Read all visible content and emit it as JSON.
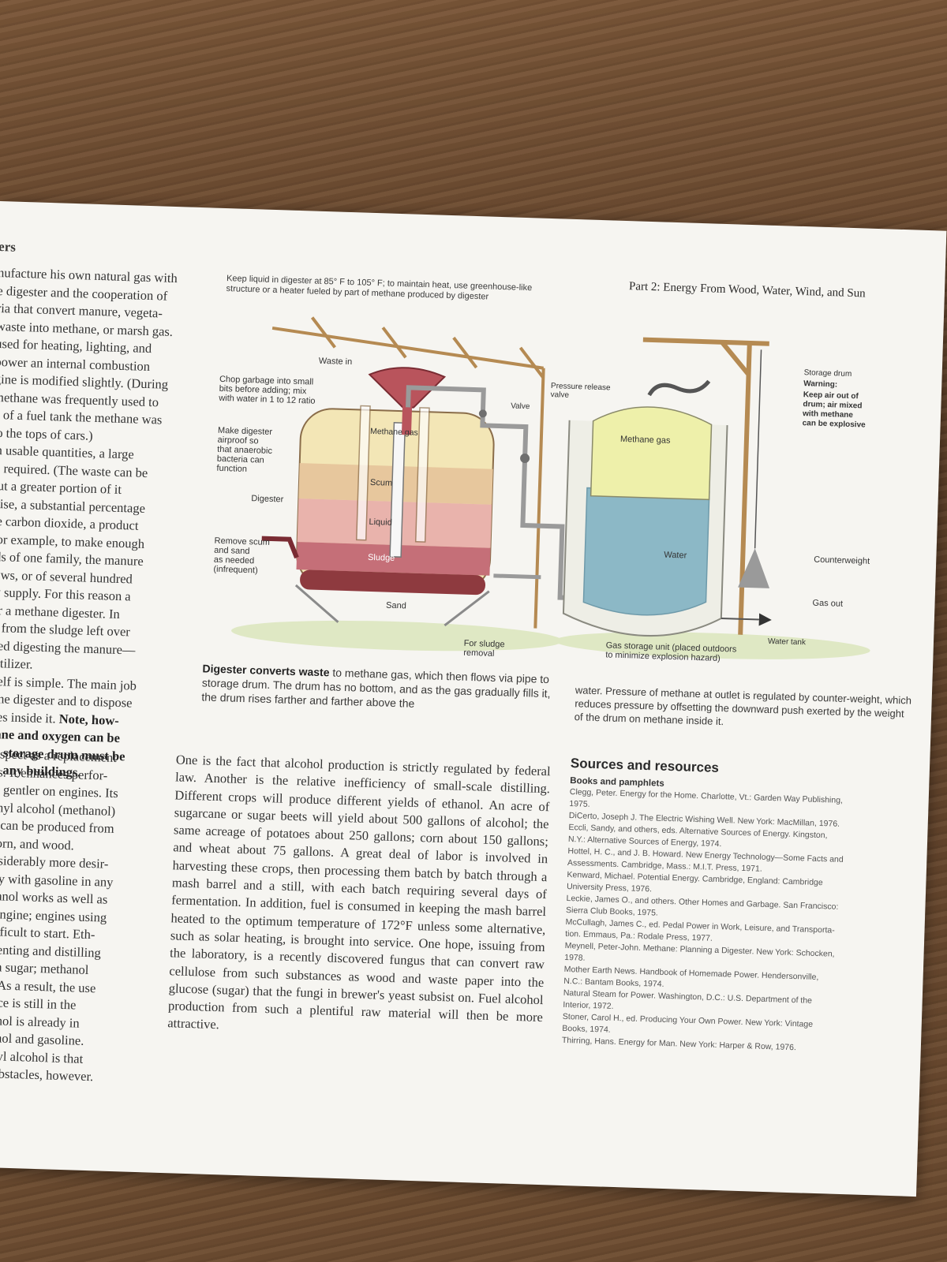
{
  "page": {
    "heading_fragment": "ers",
    "part_title": "Part 2: Energy From Wood, Water, Wind, and Sun"
  },
  "left_column": [
    "nufacture his own natural gas with",
    "e digester and the cooperation of",
    "ria that convert manure, vegeta-",
    "waste into methane, or marsh gas.",
    "used for heating, lighting, and",
    "power an internal combustion",
    "gine is modified slightly. (During",
    "methane was frequently used to",
    "d of a fuel tank the methane was",
    "to the tops of cars.)",
    "in usable quantities, a large",
    "is required. (The waste can be",
    "but a greater portion of it",
    "wise, a substantial percentage",
    "be carbon dioxide, a product",
    "For example, to make enough",
    "eds of one family, the manure",
    "cows, or of several hundred",
    "dy supply. For this reason a",
    "for a methane digester. In",
    "fit from the sludge left over",
    "shed digesting the manure—",
    "fertilizer.",
    "itself is simple. The main job",
    "d the digester and to dispose",
    "lates inside it."
  ],
  "left_column_bold": [
    "Note, how-",
    "thane and oxygen can be",
    "the storage drum must be",
    "om any buildings."
  ],
  "diagram": {
    "top_note": "Keep liquid in digester at 85° F to 105° F; to maintain heat, use greenhouse-like structure or a heater fueled by part of methane produced by digester",
    "waste_in": "Waste in",
    "chop_garbage": "Chop garbage into small bits before adding; mix with water in 1 to 12 ratio",
    "make_airproof": "Make digester airproof so that anaerobic bacteria can function",
    "digester": "Digester",
    "remove_scum": "Remove scum and sand as needed (infrequent)",
    "methane_gas_digester": "Methane gas",
    "scum": "Scum",
    "liquid": "Liquid",
    "sludge": "Sludge",
    "sand": "Sand",
    "for_sludge_removal": "For sludge removal",
    "pressure_release_valve": "Pressure release valve",
    "valve": "Valve",
    "methane_gas_drum": "Methane gas",
    "water": "Water",
    "storage_drum": "Storage drum",
    "warning": "Warning:",
    "warning_text": "Keep air out of drum; air mixed with methane can be explosive",
    "counterweight": "Counterweight",
    "gas_out": "Gas out",
    "water_tank": "Water tank",
    "gas_storage_unit": "Gas storage unit (placed outdoors to minimize explosion hazard)"
  },
  "captions": {
    "bold_lead": "Digester converts waste",
    "left_text": " to methane gas, which then flows via pipe to storage drum. The drum has no bottom, and as the gas gradually fills it, the drum rises farther and farther above the",
    "right_text": "water. Pressure of methane at outlet is regulated by counter-weight, which reduces pressure by offsetting the downward push exerted by the weight of the drum on methane inside it."
  },
  "bottom_left": [
    "prospect as a replacement",
    "cars. It enhances perfor-",
    "d is gentler on engines. Its",
    "nethyl alcohol (methanol)",
    "oth can be produced from",
    "r, corn, and wood.",
    "considerably more desir-",
    "adily with gasoline in any",
    "Ethanol works as well as",
    "on engine; engines using",
    "s difficult to start. Eth-",
    "ermenting and distilling",
    "ntain sugar; methanol",
    "ant. As a result, the use",
    "source is still in the",
    "alcohol is already in",
    "ethanol and gasoline.",
    "f ethyl alcohol is that",
    "are obstacles, however."
  ],
  "bottom_middle": "One is the fact that alcohol production is strictly regulated by federal law. Another is the relative inefficiency of small-scale distilling. Different crops will produce different yields of ethanol. An acre of sugarcane or sugar beets will yield about 500 gallons of alcohol; the same acreage of potatoes about 250 gallons; corn about 150 gallons; and wheat about 75 gallons. A great deal of labor is involved in harvesting these crops, then processing them batch by batch through a mash barrel and a still, with each batch requiring several days of fermentation. In addition, fuel is consumed in keeping the mash barrel heated to the optimum temperature of 172°F unless some alternative, such as solar heating, is brought into service. One hope, issuing from the laboratory, is a recently discovered fungus that can convert raw cellulose from such substances as wood and waste paper into the glucose (sugar) that the fungi in brewer's yeast subsist on. Fuel alcohol production from such a plentiful raw material will then be more attractive.",
  "sources": {
    "title": "Sources and resources",
    "subtitle": "Books and pamphlets",
    "refs": [
      "Clegg, Peter. Energy for the Home. Charlotte, Vt.: Garden Way Publishing,",
      "1975.",
      "DiCerto, Joseph J. The Electric Wishing Well. New York: MacMillan, 1976.",
      "Eccli, Sandy, and others, eds. Alternative Sources of Energy. Kingston,",
      "N.Y.: Alternative Sources of Energy, 1974.",
      "Hottel, H. C., and J. B. Howard. New Energy Technology—Some Facts and",
      "Assessments. Cambridge, Mass.: M.I.T. Press, 1971.",
      "Kenward, Michael. Potential Energy. Cambridge, England: Cambridge",
      "University Press, 1976.",
      "Leckie, James O., and others. Other Homes and Garbage. San Francisco:",
      "Sierra Club Books, 1975.",
      "McCullagh, James C., ed. Pedal Power in Work, Leisure, and Transporta-",
      "tion. Emmaus, Pa.: Rodale Press, 1977.",
      "Meynell, Peter-John. Methane: Planning a Digester. New York: Schocken,",
      "1978.",
      "Mother Earth News. Handbook of Homemade Power. Hendersonville,",
      "N.C.: Bantam Books, 1974.",
      "Natural Steam for Power. Washington, D.C.: U.S. Department of the",
      "Interior, 1972.",
      "Stoner, Carol H., ed. Producing Your Own Power. New York: Vintage",
      "Books, 1974.",
      "Thirring, Hans. Energy for Man. New York: Harper & Row, 1976."
    ]
  }
}
